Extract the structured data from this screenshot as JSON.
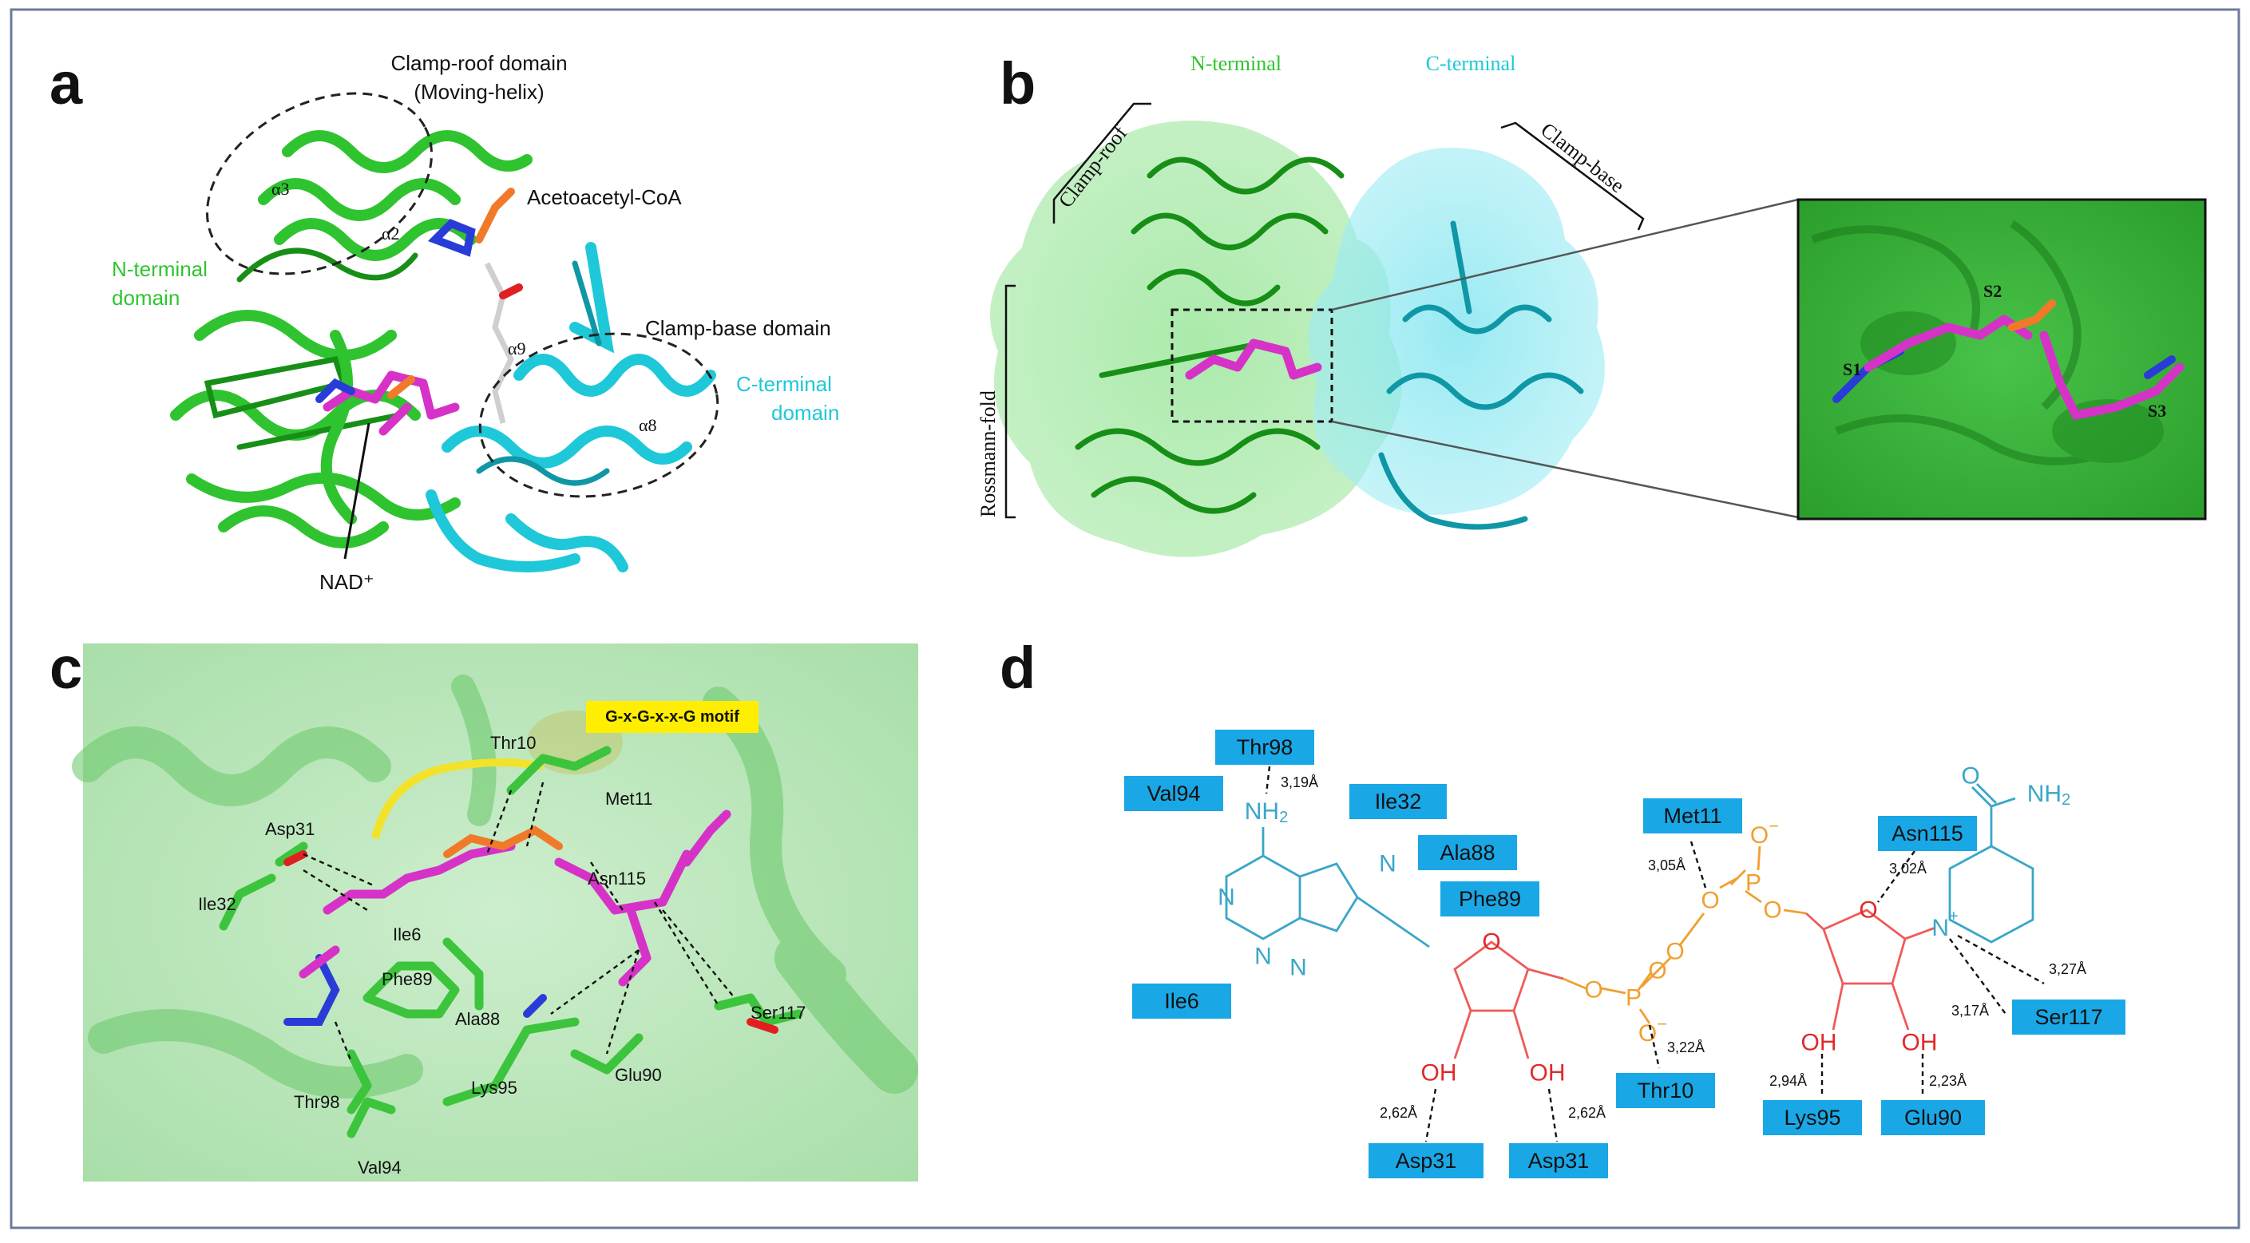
{
  "panels": {
    "a": {
      "letter": "a",
      "clamp_roof_title": "Clamp-roof domain",
      "clamp_roof_sub": "(Moving-helix)",
      "alpha3": "α3",
      "alpha2": "α2",
      "acetoacetyl": "Acetoacetyl-CoA",
      "n_terminal_1": "N-terminal",
      "n_terminal_2": "domain",
      "clamp_base": "Clamp-base domain",
      "c_terminal_1": "C-terminal",
      "c_terminal_2": "domain",
      "alpha9": "α9",
      "alpha8": "α8",
      "nad": "NAD⁺"
    },
    "b": {
      "letter": "b",
      "n_terminal": "N-terminal",
      "c_terminal": "C-terminal",
      "clamp_roof": "Clamp-roof",
      "clamp_base": "Clamp-base",
      "rossmann": "Rossmann-fold",
      "s1": "S1",
      "s2": "S2",
      "s3": "S3"
    },
    "c": {
      "letter": "c",
      "motif": "G-x-G-x-x-G motif",
      "residues": {
        "thr10": "Thr10",
        "met11": "Met11",
        "asp31": "Asp31",
        "ile32": "Ile32",
        "asn115": "Asn115",
        "ile6": "Ile6",
        "phe89": "Phe89",
        "ala88": "Ala88",
        "ser117": "Ser117",
        "glu90": "Glu90",
        "lys95": "Lys95",
        "thr98": "Thr98",
        "val94": "Val94"
      }
    },
    "d": {
      "letter": "d",
      "boxes": {
        "thr98": "Thr98",
        "val94": "Val94",
        "ile32": "Ile32",
        "ala88": "Ala88",
        "phe89": "Phe89",
        "ile6": "Ile6",
        "met11": "Met11",
        "asn115": "Asn115",
        "ser117": "Ser117",
        "thr10": "Thr10",
        "lys95": "Lys95",
        "glu90": "Glu90",
        "asp31_a": "Asp31",
        "asp31_b": "Asp31"
      },
      "distances": {
        "thr98": "3,19Å",
        "met11": "3,05Å",
        "asn115": "3,02Å",
        "ser117_a": "3,27Å",
        "ser117_b": "3,17Å",
        "thr10": "3,22Å",
        "lys95": "2,94Å",
        "glu90": "2,23Å",
        "asp31_a": "2,62Å",
        "asp31_b": "2,62Å"
      },
      "atoms": {
        "nh2_left": "NH",
        "nh2_left_sub": "2",
        "nh2_right": "NH",
        "nh2_right_sub": "2",
        "n": "N",
        "n_plus": "N",
        "plus": "+",
        "o": "O",
        "oh": "OH",
        "p": "P",
        "o_minus": "O",
        "minus": "−"
      }
    }
  },
  "colors": {
    "n_terminal": "#2fc42f",
    "c_terminal": "#1ec8d8",
    "ligand": "#d632c8",
    "phosphate": "#f07a2a",
    "residue_box": "#1aa7e6",
    "motif_box": "#ffee00"
  }
}
